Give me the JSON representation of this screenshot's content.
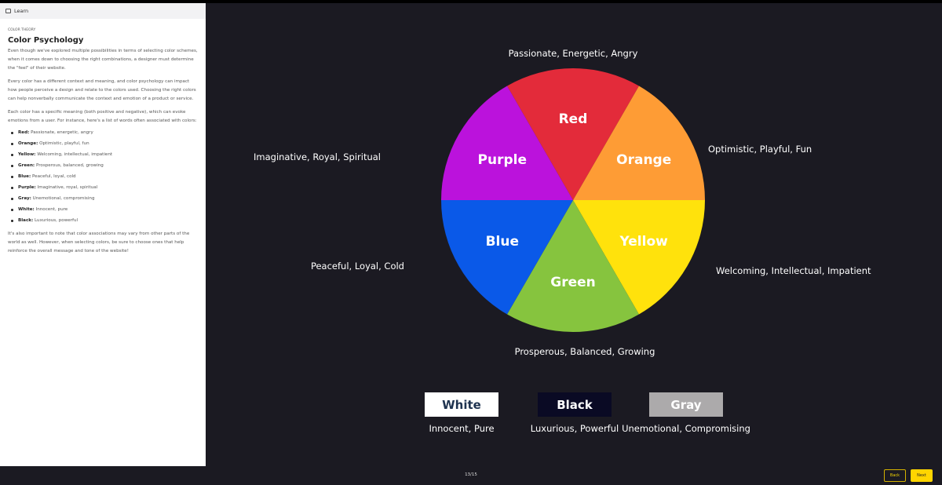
{
  "sidebar": {
    "header": "Learn",
    "kicker": "COLOR THEORY",
    "title": "Color Psychology",
    "paragraphs": [
      "Even though we've explored multiple possibilities in terms of selecting color schemes, when it comes down to choosing the right combinations, a designer must determine the \"feel\" of their website.",
      "Every color has a different context and meaning, and color psychology can impact how people perceive a design and relate to the colors used. Choosing the right colors can help nonverbally communicate the context and emotion of a product or service.",
      "Each color has a specific meaning (both positive and negative), which can evoke emotions from a user. For instance, here's a list of words often associated with colors:"
    ],
    "list": [
      {
        "k": "Red:",
        "v": "Passionate, energetic, angry"
      },
      {
        "k": "Orange:",
        "v": "Optimistic, playful, fun"
      },
      {
        "k": "Yellow:",
        "v": "Welcoming, intellectual, impatient"
      },
      {
        "k": "Green:",
        "v": "Prosperous, balanced, growing"
      },
      {
        "k": "Blue:",
        "v": "Peaceful, loyal, cold"
      },
      {
        "k": "Purple:",
        "v": "Imaginative, royal, spiritual"
      },
      {
        "k": "Gray:",
        "v": "Unemotional, compromising"
      },
      {
        "k": "White:",
        "v": "Innocent, pure"
      },
      {
        "k": "Black:",
        "v": "Luxurious, powerful"
      }
    ],
    "closing": "It's also important to note that color associations may vary from other parts of the world as well. However, when selecting colors, be sure to choose ones that help reinforce the overall message and tone of the website!"
  },
  "wheel": [
    {
      "name": "Red",
      "color": "#e32b3a",
      "desc": "Passionate, Energetic, Angry"
    },
    {
      "name": "Orange",
      "color": "#fe9c35",
      "desc": "Optimistic, Playful, Fun"
    },
    {
      "name": "Yellow",
      "color": "#ffe20c",
      "desc": "Welcoming, Intellectual, Impatient"
    },
    {
      "name": "Green",
      "color": "#86c43e",
      "desc": "Prosperous, Balanced, Growing"
    },
    {
      "name": "Blue",
      "color": "#0a59e8",
      "desc": "Peaceful, Loyal, Cold"
    },
    {
      "name": "Purple",
      "color": "#bb12dc",
      "desc": "Imaginative, Royal, Spiritual"
    }
  ],
  "neutrals": [
    {
      "name": "White",
      "color": "#ffffff",
      "text": "#1f3350",
      "desc": "Innocent, Pure"
    },
    {
      "name": "Black",
      "color": "#0a0a24",
      "text": "#ffffff",
      "desc": "Luxurious, Powerful"
    },
    {
      "name": "Gray",
      "color": "#acaaab",
      "text": "#ffffff",
      "desc": "Unemotional, Compromising"
    }
  ],
  "footer": {
    "page": "13/15",
    "back": "Back",
    "next": "Next"
  }
}
